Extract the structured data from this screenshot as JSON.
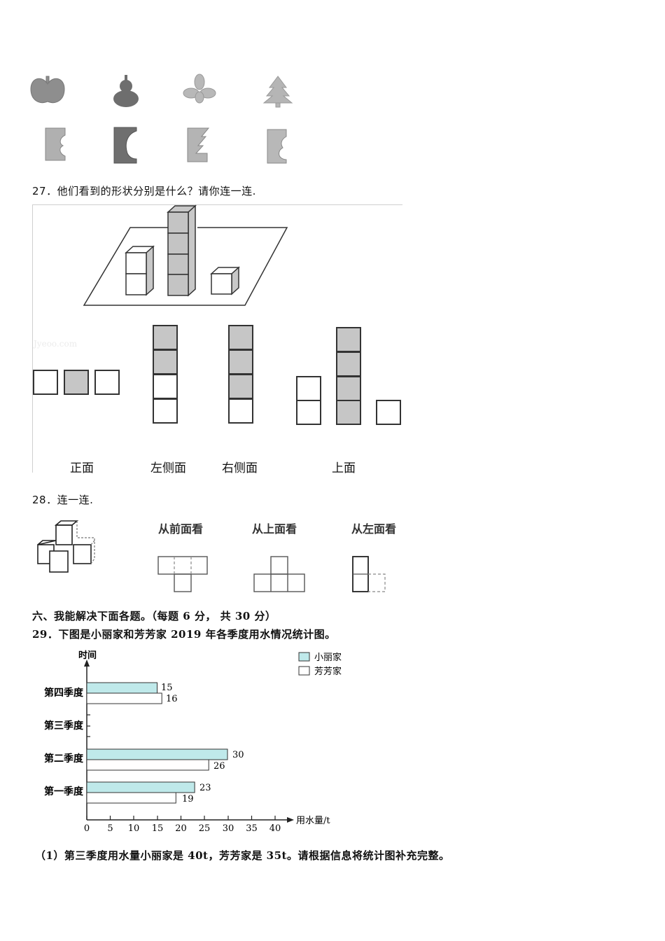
{
  "top_shapes": {
    "row1": [
      "apple-shape",
      "gourd-shape",
      "clover-shape",
      "tree-shape"
    ],
    "row2": [
      "cutout-clover",
      "cutout-gourd",
      "cutout-tree",
      "cutout-apple"
    ]
  },
  "q27": {
    "title": "27．他们看到的形状分别是什么？请你连一连.",
    "watermark": "Jyeoo.com",
    "labels": [
      "正面",
      "左侧面",
      "右侧面",
      "上面"
    ]
  },
  "q28": {
    "title": "28．连一连.",
    "views": [
      "从前面看",
      "从上面看",
      "从左面看"
    ]
  },
  "section6": {
    "heading": "六、我能解决下面各题。（每题 6 分， 共 30 分）"
  },
  "q29": {
    "title": "29．下图是小丽家和芳芳家 2019 年各季度用水情况统计图。",
    "sub1": "（1）第三季度用水量小丽家是 40t，芳芳家是 35t。请根据信息将统计图补充完整。"
  },
  "chart_data": {
    "type": "bar",
    "orientation": "horizontal",
    "title": "",
    "ylabel": "时间",
    "xlabel": "用水量/t",
    "categories": [
      "第一季度",
      "第二季度",
      "第三季度",
      "第四季度"
    ],
    "series": [
      {
        "name": "小丽家",
        "color": "#bfe9ea",
        "values": [
          23,
          30,
          null,
          15
        ]
      },
      {
        "name": "芳芳家",
        "color": "#ffffff",
        "values": [
          19,
          26,
          null,
          16
        ]
      }
    ],
    "x_ticks": [
      0,
      5,
      10,
      15,
      20,
      25,
      30,
      35,
      40
    ],
    "xlim": [
      0,
      40
    ],
    "legend_position": "top-right",
    "grid": false
  }
}
